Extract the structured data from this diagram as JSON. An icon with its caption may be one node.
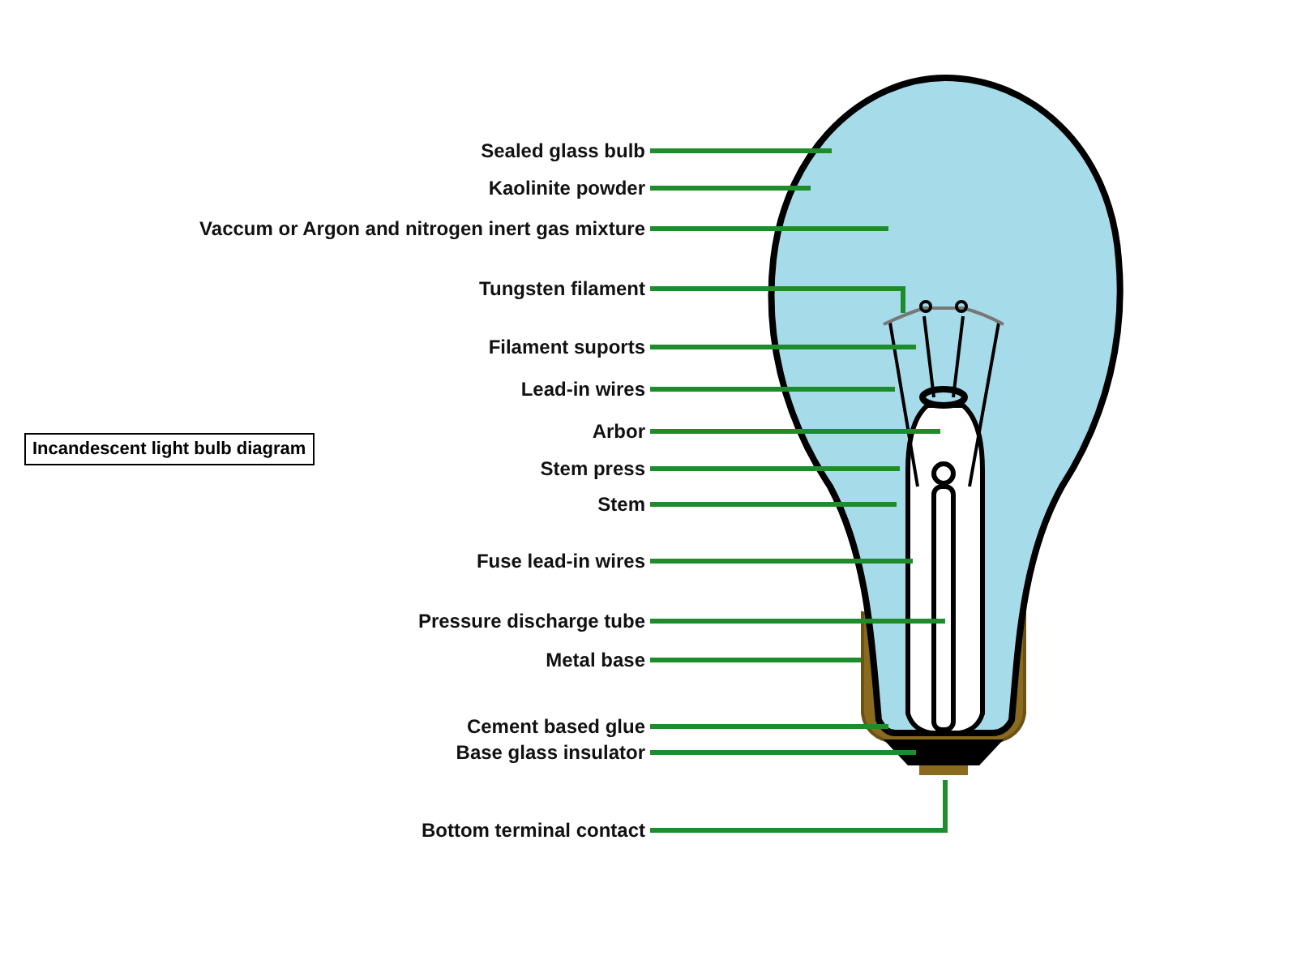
{
  "diagram": {
    "title": "Incandescent light bulb diagram",
    "nodes": [
      {
        "text": [
          "Sealed glass bulb"
        ]
      },
      {
        "text": [
          "Kaolinite powder"
        ]
      },
      {
        "text": [
          "Vaccum or Argon and nitrogen inert gas mixture"
        ]
      },
      {
        "text": [
          "Tungsten filament"
        ]
      },
      {
        "text": [
          "Filament suports"
        ]
      },
      {
        "text": [
          "Lead-in wires"
        ]
      },
      {
        "text": [
          "Arbor"
        ]
      },
      {
        "text": [
          "Stem press"
        ]
      },
      {
        "text": [
          "Stem"
        ]
      },
      {
        "text": [
          "Fuse lead-in wires"
        ]
      },
      {
        "text": [
          "Pressure discharge tube"
        ]
      },
      {
        "text": [
          "Metal base"
        ]
      },
      {
        "text": [
          "Cement based glue"
        ]
      },
      {
        "text": [
          "Base glass insulator"
        ]
      },
      {
        "text": [
          "Bottom terminal contact"
        ]
      }
    ],
    "edges": [
      {
        "from": 0,
        "to": null,
        "arrow": "none"
      },
      {
        "from": 1,
        "to": null,
        "arrow": "none"
      },
      {
        "from": 2,
        "to": null,
        "arrow": "none"
      },
      {
        "from": 3,
        "to": null,
        "arrow": "none"
      },
      {
        "from": 4,
        "to": null,
        "arrow": "none"
      },
      {
        "from": 5,
        "to": null,
        "arrow": "none"
      },
      {
        "from": 6,
        "to": null,
        "arrow": "none"
      },
      {
        "from": 7,
        "to": null,
        "arrow": "none"
      },
      {
        "from": 8,
        "to": null,
        "arrow": "none"
      },
      {
        "from": 9,
        "to": null,
        "arrow": "none"
      },
      {
        "from": 10,
        "to": null,
        "arrow": "none"
      },
      {
        "from": 11,
        "to": null,
        "arrow": "none"
      },
      {
        "from": 12,
        "to": null,
        "arrow": "none"
      },
      {
        "from": 13,
        "to": null,
        "arrow": "none"
      },
      {
        "from": 14,
        "to": null,
        "arrow": "none"
      }
    ]
  }
}
